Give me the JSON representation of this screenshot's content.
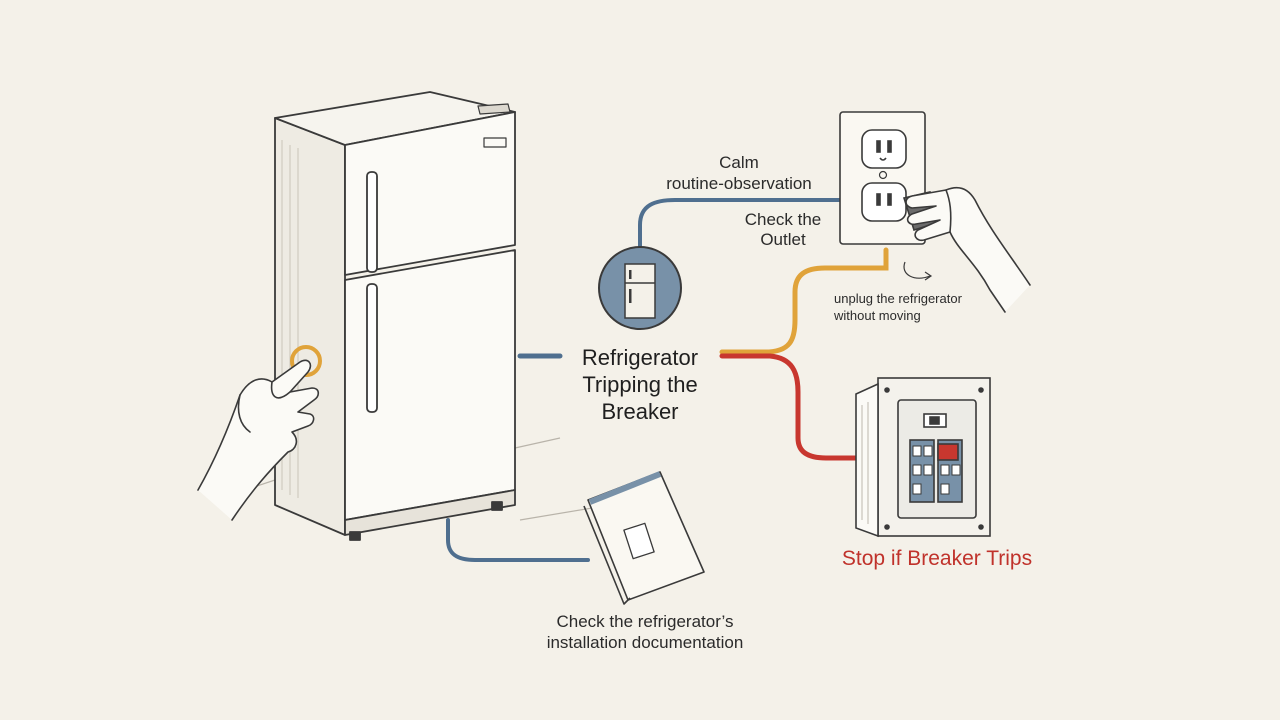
{
  "center_title": {
    "line1": "Refrigerator",
    "line2": "Tripping the",
    "line3": "Breaker"
  },
  "calm_label": {
    "line1": "Calm",
    "line2": "routine-observation"
  },
  "outlet_label": {
    "line1": "Check the",
    "line2": "Outlet"
  },
  "unplug_label": {
    "line1": "unplug the refrigerator",
    "line2": "without moving"
  },
  "breaker_label": "Stop if Breaker Trips",
  "docs_label": {
    "line1": "Check the refrigerator’s",
    "line2": "installation documentation"
  },
  "colors": {
    "background": "#f4f1e9",
    "ink": "#3a3a3a",
    "blue_connector": "#4f6f8f",
    "orange_connector": "#e0a33a",
    "red_connector": "#c8372f",
    "warning_text": "#c0322b"
  }
}
